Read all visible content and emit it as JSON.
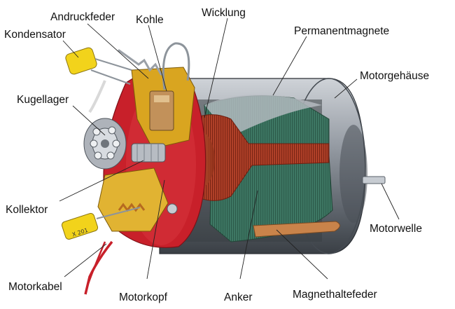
{
  "labels": {
    "andruckfeder": "Andruckfeder",
    "kohle": "Kohle",
    "wicklung": "Wicklung",
    "permanentmagnete": "Permanentmagnete",
    "kondensator": "Kondensator",
    "motorgehaeuse": "Motorgehäuse",
    "kugellager": "Kugellager",
    "kollektor": "Kollektor",
    "motorwelle": "Motorwelle",
    "motorkabel": "Motorkabel",
    "motorkopf": "Motorkopf",
    "anker": "Anker",
    "magnethaltefeder": "Magnethaltefeder"
  },
  "capacitor_marking": "X 201",
  "colors": {
    "housing": "#8f96a0",
    "magnet_green": "#3f7a66",
    "winding_copper": "#b5432a",
    "endcap_red": "#c8202a",
    "brass": "#d9a520",
    "capacitor_yellow": "#f2d31b"
  }
}
